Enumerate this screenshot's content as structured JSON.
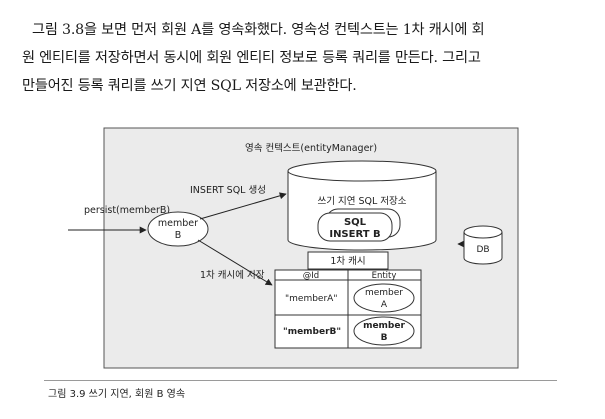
{
  "paragraph": {
    "line1": "그림 3.8을 보면 먼저 회원 A를 영속화했다. 영속성 컨텍스트는 1차 캐시에 회",
    "line2": "원 엔티티를 저장하면서 동시에 회원 엔티티 정보로 등록 쿼리를 만든다. 그리고",
    "line3": "만들어진 등록 쿼리를 쓰기 지연 SQL 저장소에 보관한다."
  },
  "diagram": {
    "context_title": "영속 컨텍스트(entityManager)",
    "persist_label": "persist(memberB)",
    "member_node_line1": "member",
    "member_node_line2": "B",
    "insert_label": "INSERT SQL 생성",
    "sql_store_title": "쓰기 지연 SQL 저장소",
    "sql_item_line1": "SQL",
    "sql_item_line2": "INSERT B",
    "save_cache_label": "1차 캐시에 저장",
    "cache_title": "1차 캐시",
    "cache_columns": [
      "@Id",
      "Entity"
    ],
    "cache_rows": [
      {
        "id": "\"memberA\"",
        "entity_line1": "member",
        "entity_line2": "A"
      },
      {
        "id": "\"memberB\"",
        "entity_line1": "member",
        "entity_line2": "B"
      }
    ],
    "db_label": "DB"
  },
  "caption": "그림 3.9 쓰기 지연, 회원 B 영속"
}
